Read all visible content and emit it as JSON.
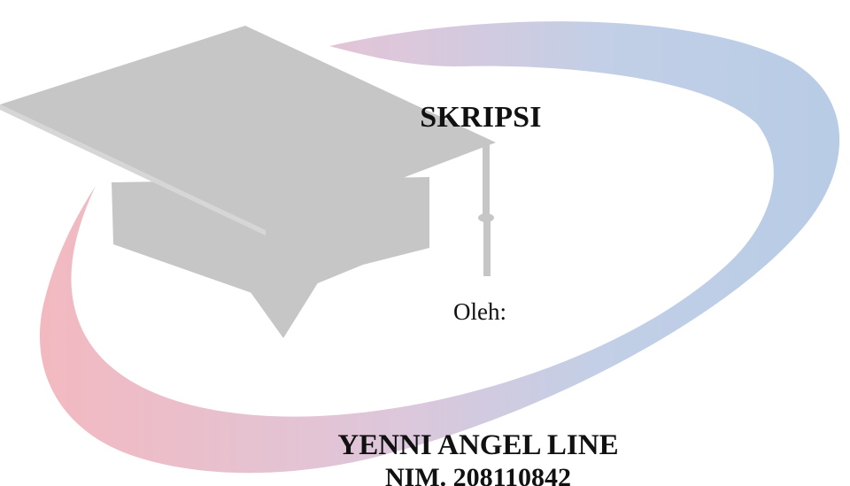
{
  "document": {
    "title": "SKRIPSI",
    "by_label": "Oleh:",
    "author_name": "YENNI ANGEL LINE",
    "student_id": "NIM. 208110842"
  },
  "decor": {
    "icon": "graduation-cap-icon",
    "swoosh_colors": [
      "#f2b8bf",
      "#d6c8de",
      "#b7cde6"
    ],
    "cap_color": "#c6c6c6"
  }
}
